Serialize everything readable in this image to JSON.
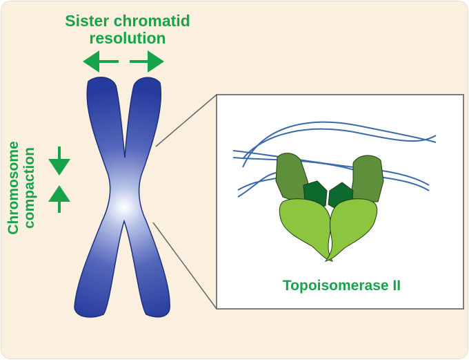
{
  "labels": {
    "sister_resolution_line1": "Sister chromatid",
    "sister_resolution_line2": "resolution",
    "compaction_line1": "Chromosome",
    "compaction_line2": "compaction",
    "enzyme": "Topoisomerase II"
  },
  "colors": {
    "background": "#fbefdf",
    "label_green": "#17a34a",
    "chromosome_blue": "#2a3fa0",
    "chromosome_highlight": "#ffffff",
    "dna_blue": "#3a6aa8",
    "enzyme_dark_green": "#0c6a2e",
    "enzyme_mid_green": "#5e8f3a",
    "enzyme_light_green": "#8cc63f"
  },
  "icons": [
    "arrow-left-icon",
    "arrow-right-icon",
    "arrow-down-icon",
    "arrow-up-icon"
  ]
}
